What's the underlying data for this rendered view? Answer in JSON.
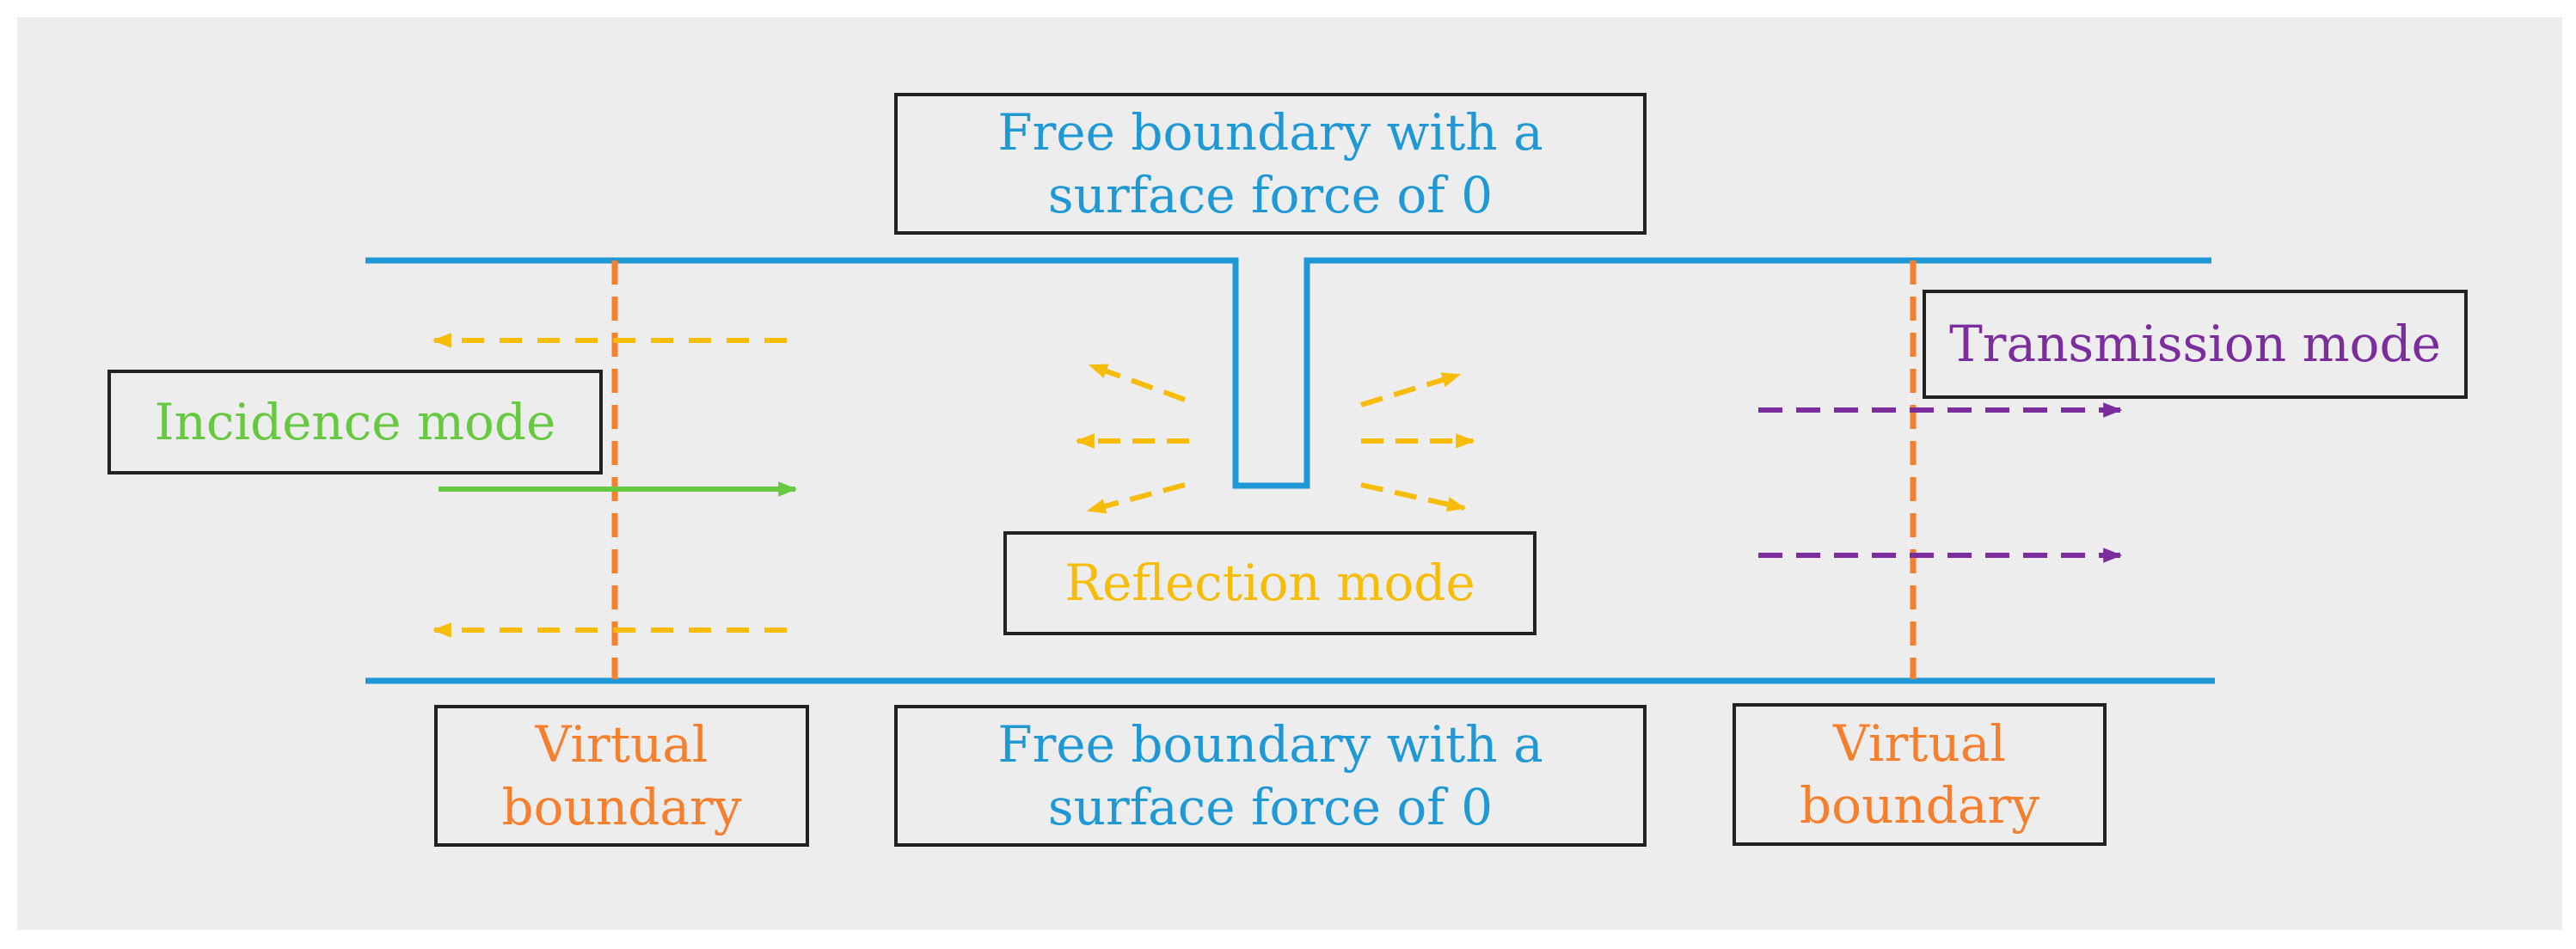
{
  "colors": {
    "background": "#ededed",
    "boundary": "#1f98d6",
    "incidence": "#66c940",
    "reflection": "#f7bc07",
    "virtual_boundary": "#f57f2d",
    "transmission": "#7b2d9e",
    "box_border": "#222222"
  },
  "labels": {
    "top_boundary": "Free boundary with a\nsurface force of 0",
    "bottom_boundary": "Free boundary with a\nsurface force of 0",
    "incidence": "Incidence mode",
    "reflection": "Reflection mode",
    "transmission": "Transmission mode",
    "virtual_left": "Virtual\nboundary",
    "virtual_right": "Virtual\nboundary"
  }
}
